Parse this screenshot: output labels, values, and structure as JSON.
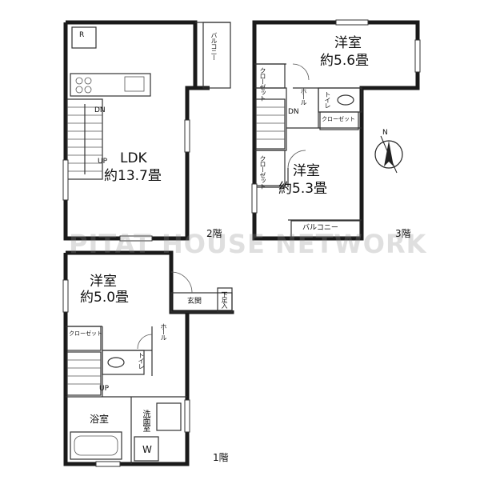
{
  "floors": {
    "f2": {
      "floor_label": "2階",
      "ldk_name": "LDK",
      "ldk_size": "約13.7畳",
      "balcony": "バルコニー",
      "refrigerator": "R",
      "stair_down": "DN",
      "stair_up": "UP"
    },
    "f3": {
      "floor_label": "3階",
      "room_a_name": "洋室",
      "room_a_size": "約5.6畳",
      "room_b_name": "洋室",
      "room_b_size": "約5.3畳",
      "closet_1": "クローゼット",
      "closet_2": "クローゼット",
      "closet_3": "クローゼット",
      "hall": "ホール",
      "toilet": "トイレ",
      "stair_down": "DN",
      "balcony": "バルコニー"
    },
    "f1": {
      "floor_label": "1階",
      "room_name": "洋室",
      "room_size": "約5.0畳",
      "entrance": "玄関",
      "shoe_box": "下足入",
      "hall": "ホール",
      "closet": "クローゼット",
      "toilet": "トイレ",
      "stair_up": "UP",
      "bath": "浴室",
      "washroom": "洗面室",
      "washer": "W"
    }
  },
  "compass_label": "N",
  "watermark": "PITAT HOUSE NETWORK"
}
